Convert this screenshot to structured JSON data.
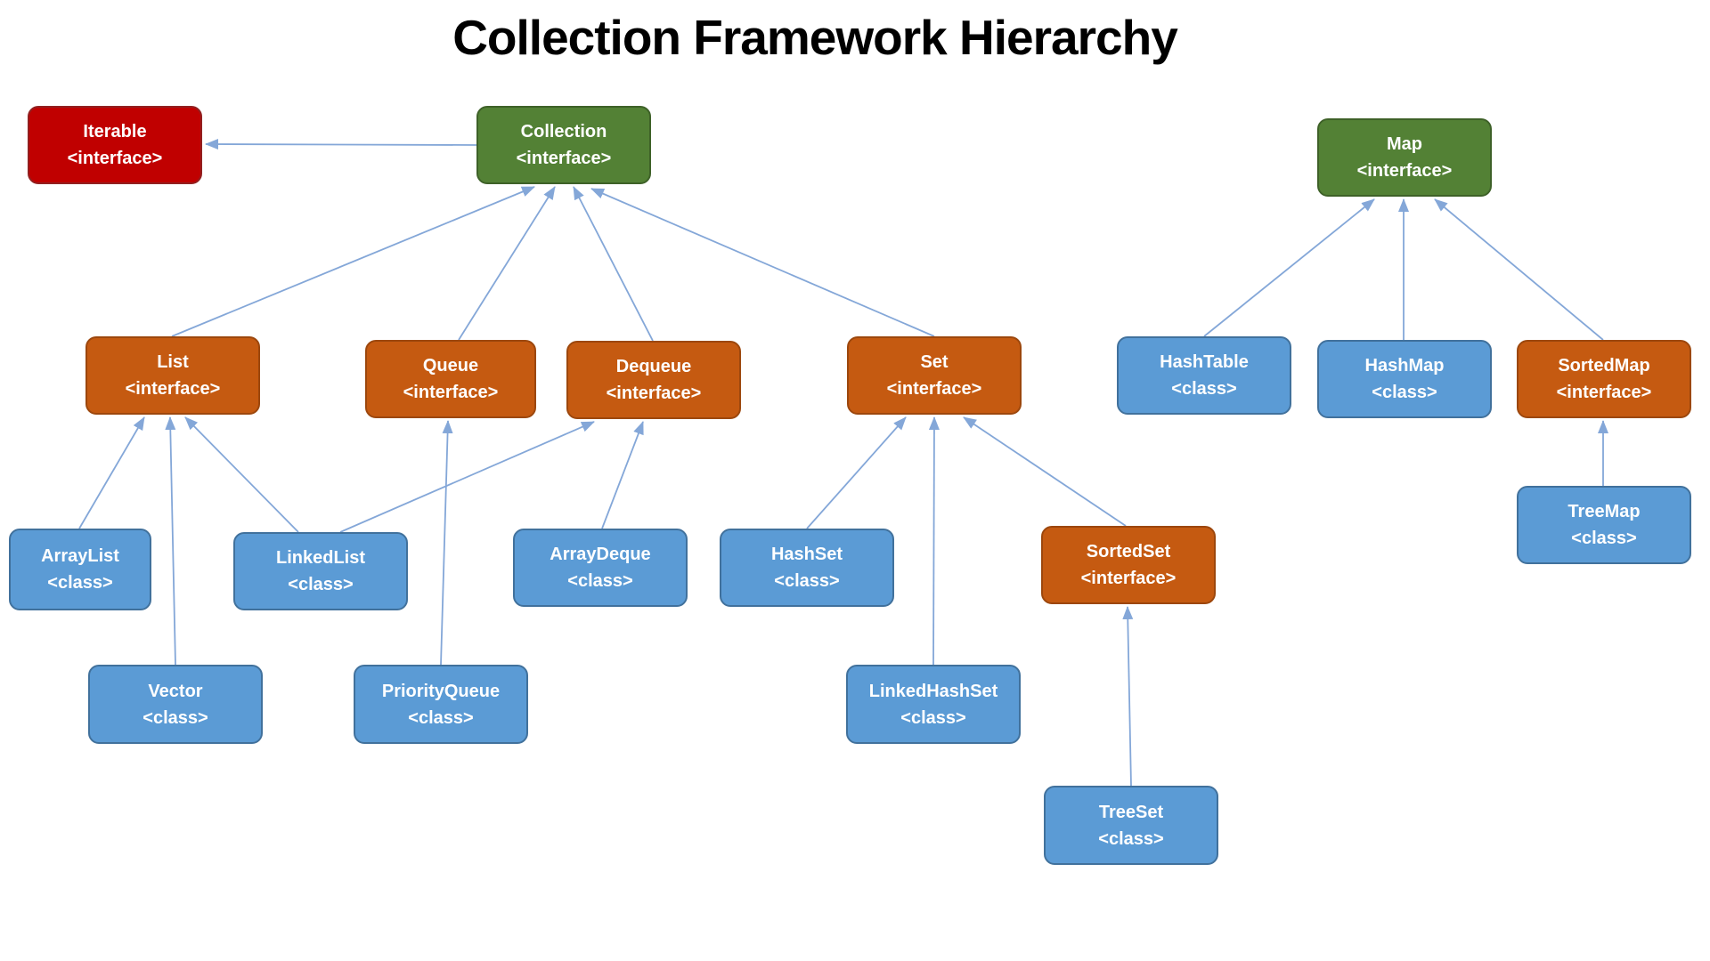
{
  "colors": {
    "background": "#ffffff",
    "title_text": "#000000",
    "node_text": "#ffffff",
    "root_interface_bg": "#c00000",
    "top_interface_bg": "#538135",
    "interface_bg": "#c55a11",
    "class_bg": "#5b9bd5",
    "edge_line": "#84a7d8"
  },
  "diagram": {
    "title": "Collection Framework Hierarchy",
    "nodes": {
      "iterable": {
        "name": "Iterable",
        "tag": "<interface>",
        "color": "#c00000"
      },
      "collection": {
        "name": "Collection",
        "tag": "<interface>",
        "color": "#538135"
      },
      "map": {
        "name": "Map",
        "tag": "<interface>",
        "color": "#538135"
      },
      "list": {
        "name": "List",
        "tag": "<interface>",
        "color": "#c55a11"
      },
      "queue": {
        "name": "Queue",
        "tag": "<interface>",
        "color": "#c55a11"
      },
      "dequeue": {
        "name": "Dequeue",
        "tag": "<interface>",
        "color": "#c55a11"
      },
      "set": {
        "name": "Set",
        "tag": "<interface>",
        "color": "#c55a11"
      },
      "hashtable": {
        "name": "HashTable",
        "tag": "<class>",
        "color": "#5b9bd5"
      },
      "hashmap": {
        "name": "HashMap",
        "tag": "<class>",
        "color": "#5b9bd5"
      },
      "sortedmap": {
        "name": "SortedMap",
        "tag": "<interface>",
        "color": "#c55a11"
      },
      "arraylist": {
        "name": "ArrayList",
        "tag": "<class>",
        "color": "#5b9bd5"
      },
      "linkedlist": {
        "name": "LinkedList",
        "tag": "<class>",
        "color": "#5b9bd5"
      },
      "arraydeque": {
        "name": "ArrayDeque",
        "tag": "<class>",
        "color": "#5b9bd5"
      },
      "hashset": {
        "name": "HashSet",
        "tag": "<class>",
        "color": "#5b9bd5"
      },
      "sortedset": {
        "name": "SortedSet",
        "tag": "<interface>",
        "color": "#c55a11"
      },
      "treemap": {
        "name": "TreeMap",
        "tag": "<class>",
        "color": "#5b9bd5"
      },
      "vector": {
        "name": "Vector",
        "tag": "<class>",
        "color": "#5b9bd5"
      },
      "priorityqueue": {
        "name": "PriorityQueue",
        "tag": "<class>",
        "color": "#5b9bd5"
      },
      "linkedhashset": {
        "name": "LinkedHashSet",
        "tag": "<class>",
        "color": "#5b9bd5"
      },
      "treeset": {
        "name": "TreeSet",
        "tag": "<class>",
        "color": "#5b9bd5"
      }
    },
    "edges": [
      {
        "from": "Collection",
        "to": "Iterable"
      },
      {
        "from": "List",
        "to": "Collection"
      },
      {
        "from": "Queue",
        "to": "Collection"
      },
      {
        "from": "Dequeue",
        "to": "Collection"
      },
      {
        "from": "Set",
        "to": "Collection"
      },
      {
        "from": "ArrayList",
        "to": "List"
      },
      {
        "from": "Vector",
        "to": "List"
      },
      {
        "from": "LinkedList",
        "to": "List"
      },
      {
        "from": "LinkedList",
        "to": "Dequeue"
      },
      {
        "from": "PriorityQueue",
        "to": "Queue"
      },
      {
        "from": "ArrayDeque",
        "to": "Dequeue"
      },
      {
        "from": "HashSet",
        "to": "Set"
      },
      {
        "from": "LinkedHashSet",
        "to": "Set"
      },
      {
        "from": "SortedSet",
        "to": "Set"
      },
      {
        "from": "TreeSet",
        "to": "SortedSet"
      },
      {
        "from": "HashTable",
        "to": "Map"
      },
      {
        "from": "HashMap",
        "to": "Map"
      },
      {
        "from": "SortedMap",
        "to": "Map"
      },
      {
        "from": "TreeMap",
        "to": "SortedMap"
      }
    ]
  }
}
